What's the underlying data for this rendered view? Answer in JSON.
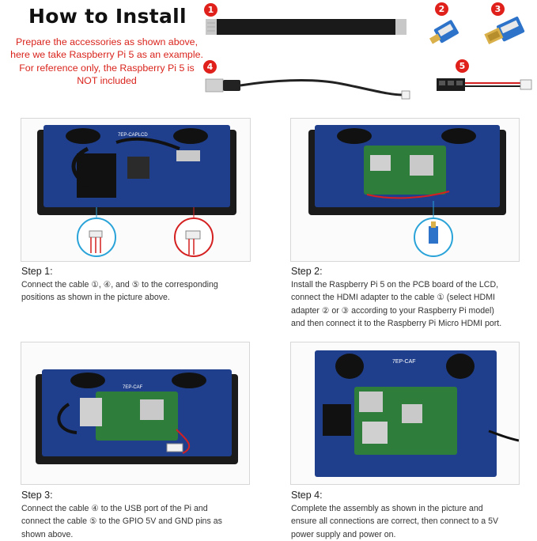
{
  "header": {
    "title": "How to Install",
    "note_lines": [
      "Prepare the accessories as shown above,",
      "here we take Raspberry Pi 5 as an example.",
      "For reference only, the Raspberry Pi 5 is",
      "NOT included"
    ]
  },
  "accessories": [
    {
      "badge": "1",
      "icon": "ffc-flat-cable-icon"
    },
    {
      "badge": "2",
      "icon": "micro-hdmi-adapter-icon"
    },
    {
      "badge": "3",
      "icon": "hdmi-adapter-icon"
    },
    {
      "badge": "4",
      "icon": "usb-cable-icon"
    },
    {
      "badge": "5",
      "icon": "gpio-power-cable-icon"
    }
  ],
  "steps": [
    {
      "title": "Step 1:",
      "lines": [
        "Connect the cable ①, ④, and ⑤ to the corresponding",
        "positions as shown in the picture above."
      ]
    },
    {
      "title": "Step 2:",
      "lines": [
        "Install the Raspberry Pi 5 on the PCB board of the LCD,",
        "connect the HDMI adapter to the cable ① (select HDMI",
        "adapter ② or ③ according to your Raspberry Pi model)",
        "and then connect it to the Raspberry Pi Micro HDMI port."
      ]
    },
    {
      "title": "Step 3:",
      "lines": [
        "Connect the cable ④ to the USB port of the Pi and",
        "connect the cable ⑤ to the GPIO 5V and GND pins as",
        "shown above."
      ]
    },
    {
      "title": "Step 4:",
      "lines": [
        "Complete the assembly as shown in the picture and",
        "ensure all connections are correct, then connect to a 5V",
        "power supply and power on."
      ]
    }
  ],
  "board_labels": {
    "step1": "7EP-CAPLCD",
    "step3": "7EP-CAF",
    "step4": "7EP-CAF"
  },
  "colors": {
    "badge_red": "#e0201a",
    "note_red": "#d9241c",
    "pcb_blue": "#1f3f8c",
    "pi_green": "#2e7d3a"
  }
}
